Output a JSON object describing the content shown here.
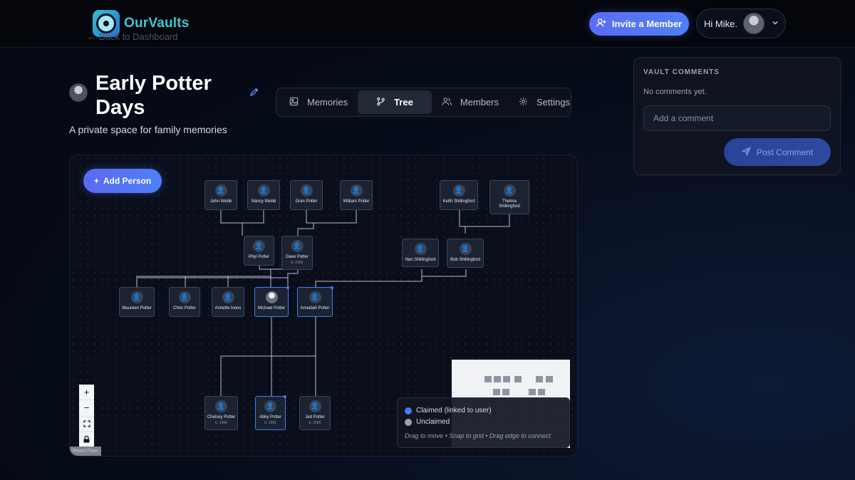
{
  "header": {
    "logo_text": "OurVaults",
    "back_link": "Back to Dashboard",
    "invite_label": "Invite a Member",
    "greeting": "Hi Mike."
  },
  "vault": {
    "title": "Early Potter Days",
    "subtitle": "A private space for family memories"
  },
  "tabs": [
    {
      "label": "Memories",
      "icon": "image-icon",
      "active": false
    },
    {
      "label": "Tree",
      "icon": "branch-icon",
      "active": true
    },
    {
      "label": "Members",
      "icon": "users-icon",
      "active": false
    },
    {
      "label": "Settings",
      "icon": "gear-icon",
      "active": false
    }
  ],
  "comments": {
    "heading": "VAULT COMMENTS",
    "empty_text": "No comments yet.",
    "input_placeholder": "Add a comment",
    "post_label": "Post Comment"
  },
  "tree": {
    "add_person_label": "Add Person",
    "nodes": [
      {
        "id": "john",
        "name": "John Webb",
        "born": "",
        "claimed": false
      },
      {
        "id": "nancy",
        "name": "Nancy Webb",
        "born": "",
        "claimed": false
      },
      {
        "id": "gran",
        "name": "Gran Potter",
        "born": "",
        "claimed": false
      },
      {
        "id": "william",
        "name": "William Potter",
        "born": "",
        "claimed": false
      },
      {
        "id": "keith",
        "name": "Keith Shillingford",
        "born": "",
        "claimed": false
      },
      {
        "id": "thelma",
        "name": "Thelma Shillingford",
        "born": "",
        "claimed": false
      },
      {
        "id": "phyl",
        "name": "Phyl Potter",
        "born": "",
        "claimed": false
      },
      {
        "id": "dave",
        "name": "Dave Potter",
        "born": "b. 1926",
        "claimed": false
      },
      {
        "id": "nan",
        "name": "Nan Shillingford",
        "born": "",
        "claimed": false
      },
      {
        "id": "bob",
        "name": "Bob Shillingford",
        "born": "",
        "claimed": false
      },
      {
        "id": "maureen",
        "name": "Maureen Potter",
        "born": "",
        "claimed": false
      },
      {
        "id": "chris",
        "name": "Chris Potter",
        "born": "",
        "claimed": false
      },
      {
        "id": "annette",
        "name": "Annette Innes",
        "born": "",
        "claimed": false
      },
      {
        "id": "michael",
        "name": "Michael Potter",
        "born": "",
        "claimed": true
      },
      {
        "id": "annabell",
        "name": "Annabell Potter",
        "born": "",
        "claimed": true
      },
      {
        "id": "chelsey",
        "name": "Chelsey Potter",
        "born": "b. 1988",
        "claimed": false
      },
      {
        "id": "abby",
        "name": "Abby Potter",
        "born": "b. 1992",
        "claimed": true
      },
      {
        "id": "jed",
        "name": "Jed Potter",
        "born": "b. 2000",
        "claimed": false
      }
    ]
  },
  "legend": {
    "claimed_label": "Claimed (linked to user)",
    "unclaimed_label": "Unclaimed",
    "hint": "Drag to move • Snap to grid • Drag edge to connect",
    "claimed_color": "#4a78f0",
    "unclaimed_color": "#9aa1b0"
  },
  "attribution": "React Flow",
  "colors": {
    "accent": "#5b6cf5",
    "brand": "#3fc7cf"
  }
}
